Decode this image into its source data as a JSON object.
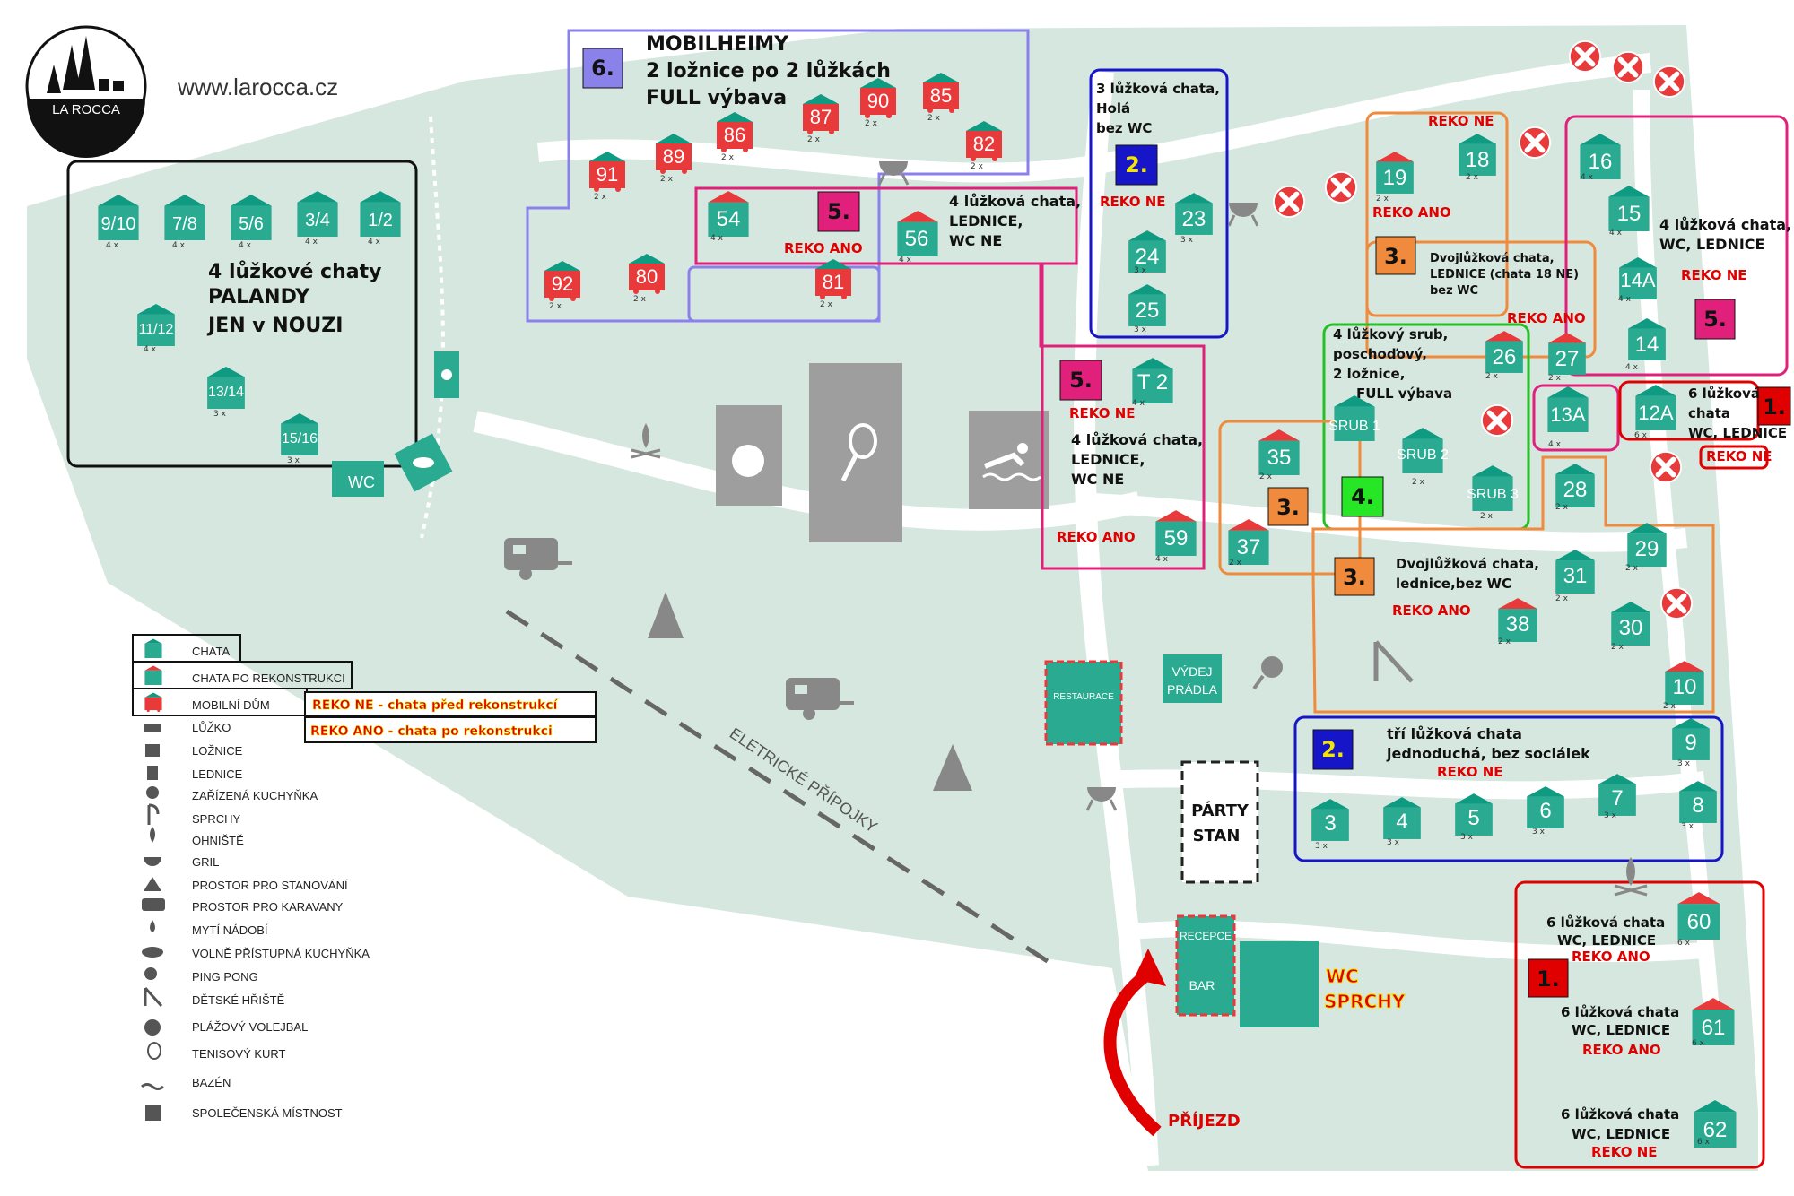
{
  "header": {
    "logo_text": "LA ROCCA",
    "website": "www.larocca.cz"
  },
  "legend": {
    "items": [
      {
        "icon": "cabin-icon",
        "label": "CHATA"
      },
      {
        "icon": "renovated-cabin-icon",
        "label": "CHATA PO REKONSTRUKCI"
      },
      {
        "icon": "mobile-home-icon",
        "label": "MOBILNÍ DŮM"
      },
      {
        "icon": "bed-icon",
        "label": "LŮŽKO"
      },
      {
        "icon": "bedroom-icon",
        "label": "LOŽNICE"
      },
      {
        "icon": "fridge-icon",
        "label": "LEDNICE"
      },
      {
        "icon": "kitchen-icon",
        "label": "ZAŘÍZENÁ KUCHYŇKA"
      },
      {
        "icon": "shower-icon",
        "label": "SPRCHY"
      },
      {
        "icon": "fireplace-icon",
        "label": "OHNIŠTĚ"
      },
      {
        "icon": "grill-icon",
        "label": "GRIL"
      },
      {
        "icon": "tent-icon",
        "label": "PROSTOR PRO STANOVÁNÍ"
      },
      {
        "icon": "caravan-icon",
        "label": "PROSTOR PRO KARAVANY"
      },
      {
        "icon": "drop-icon",
        "label": "MYTÍ NÁDOBÍ"
      },
      {
        "icon": "pot-icon",
        "label": "VOLNĚ PŘÍSTUPNÁ KUCHYŇKA"
      },
      {
        "icon": "pingpong-icon",
        "label": "PING PONG"
      },
      {
        "icon": "slide-icon",
        "label": "DĚTSKÉ HŘIŠTĚ"
      },
      {
        "icon": "volleyball-icon",
        "label": "PLÁŽOVÝ VOLEJBAL"
      },
      {
        "icon": "tennis-icon",
        "label": "TENISOVÝ KURT"
      },
      {
        "icon": "pool-icon",
        "label": "BAZÉN"
      },
      {
        "icon": "dice-icon",
        "label": "SPOLEČENSKÁ MÍSTNOST"
      }
    ],
    "reko_ne": "REKO NE - chata před rekonstrukcí",
    "reko_ano": "REKO ANO - chata po rekonstrukci"
  },
  "labels": {
    "zone6_title": "MOBILHEIMY",
    "zone6_line2": "2 ložnice po 2 lůžkách",
    "zone6_line3": "FULL výbava",
    "zone_left_1": "4 lůžkové chaty",
    "zone_left_2": "PALANDY",
    "zone_left_3": "JEN v NOUZI",
    "z5a_1": "4 lůžková chata,",
    "z5a_2": "LEDNICE,",
    "z5a_3": "WC NE",
    "z5b_1": "4 lůžková chata,",
    "z5b_2": "LEDNICE,",
    "z5b_3": "WC NE",
    "z2a_1": "3 lůžková chata,",
    "z2a_2": "Holá",
    "z2a_3": "bez WC",
    "z3a_1": "Dvojlůžková chata,",
    "z3a_2": "LEDNICE (chata 18 NE)",
    "z3a_3": "bez WC",
    "z4_1": "4 lůžkový srub,",
    "z4_2": "poschoďový,",
    "z4_3": "2 ložnice,",
    "z4_4": "FULL výbava",
    "z5c_1": "4 lůžková chata,",
    "z5c_2": "WC, LEDNICE",
    "z1a_1": "6 lůžková",
    "z1a_2": "chata",
    "z1a_3": "WC, LEDNICE",
    "z3b_1": "Dvojlůžková chata,",
    "z3b_2": "lednice,bez WC",
    "z2b_1": "tří lůžková chata",
    "z2b_2": "jednoduchá, bez sociálek",
    "z1b_a1": "6 lůžková chata",
    "z1b_a2": "WC, LEDNICE",
    "z1b_b1": "6 lůžková chata",
    "z1b_b2": "WC, LEDNICE",
    "z1b_c1": "6 lůžková chata",
    "z1b_c2": "WC, LEDNICE",
    "reko_ne": "REKO NE",
    "reko_ano": "REKO ANO",
    "eletricke": "ELETRICKÉ PŘÍPOJKY",
    "party_1": "PÁRTY",
    "party_2": "STAN",
    "wc": "WC",
    "sprchy": "SPRCHY",
    "prijezd": "PŘÍJEZD",
    "recepce": "RECEPCE",
    "bar": "BAR",
    "restaurace": "RESTAURACE",
    "vydej_1": "VÝDEJ",
    "vydej_2": "PRÁDLA",
    "wc_small": "WC"
  },
  "zone_numbers": {
    "z6": "6.",
    "z5a": "5.",
    "z5b": "5.",
    "z2a": "2.",
    "z3a": "3.",
    "z4": "4.",
    "z5c": "5.",
    "z1a": "1.",
    "z3c": "3.",
    "z3b": "3.",
    "z2b": "2.",
    "z1b": "1."
  },
  "cabins": {
    "c9_10": {
      "num": "9/10",
      "cap": "4 x"
    },
    "c7_8": {
      "num": "7/8",
      "cap": "4 x"
    },
    "c5_6": {
      "num": "5/6",
      "cap": "4 x"
    },
    "c3_4": {
      "num": "3/4",
      "cap": "4 x"
    },
    "c1_2": {
      "num": "1/2",
      "cap": "4 x"
    },
    "c11_12": {
      "num": "11/12",
      "cap": "4 x"
    },
    "c13_14": {
      "num": "13/14",
      "cap": "3 x"
    },
    "c15_16": {
      "num": "15/16",
      "cap": "3 x"
    },
    "m91": {
      "num": "91",
      "cap": "2 x"
    },
    "m89": {
      "num": "89",
      "cap": "2 x"
    },
    "m86": {
      "num": "86",
      "cap": "2 x"
    },
    "m87": {
      "num": "87",
      "cap": "2 x"
    },
    "m90": {
      "num": "90",
      "cap": "2 x"
    },
    "m85": {
      "num": "85",
      "cap": "2 x"
    },
    "m82": {
      "num": "82",
      "cap": "2 x"
    },
    "m92": {
      "num": "92",
      "cap": "2 x"
    },
    "m80": {
      "num": "80",
      "cap": "2 x"
    },
    "m81": {
      "num": "81",
      "cap": "2 x"
    },
    "c54": {
      "num": "54",
      "cap": "4 x"
    },
    "c56": {
      "num": "56",
      "cap": "4 x"
    },
    "c23": {
      "num": "23",
      "cap": "3 x"
    },
    "c24": {
      "num": "24",
      "cap": "3 x"
    },
    "c25": {
      "num": "25",
      "cap": "3 x"
    },
    "c19": {
      "num": "19",
      "cap": "2 x"
    },
    "c18": {
      "num": "18",
      "cap": "2 x"
    },
    "c16": {
      "num": "16",
      "cap": "4 x"
    },
    "c15": {
      "num": "15",
      "cap": "4 x"
    },
    "c14A": {
      "num": "14A",
      "cap": "4 x"
    },
    "c14": {
      "num": "14",
      "cap": "4 x"
    },
    "c26": {
      "num": "26",
      "cap": "2 x"
    },
    "c27": {
      "num": "27",
      "cap": "2 x"
    },
    "cT2": {
      "num": "T 2",
      "cap": "4 x"
    },
    "c59": {
      "num": "59",
      "cap": "4 x"
    },
    "c13A": {
      "num": "13A",
      "cap": "4 x"
    },
    "c12A": {
      "num": "12A",
      "cap": "6 x"
    },
    "c35": {
      "num": "35",
      "cap": "2 x"
    },
    "c37": {
      "num": "37",
      "cap": "2 x"
    },
    "s1": {
      "num": "SRUB 1",
      "cap": ""
    },
    "s2": {
      "num": "SRUB 2",
      "cap": "2 x"
    },
    "s3": {
      "num": "SRUB 3",
      "cap": "2 x"
    },
    "c28": {
      "num": "28",
      "cap": "2 x"
    },
    "c29": {
      "num": "29",
      "cap": "2 x"
    },
    "c31": {
      "num": "31",
      "cap": "2 x"
    },
    "c38": {
      "num": "38",
      "cap": "2 x"
    },
    "c30": {
      "num": "30",
      "cap": "2 x"
    },
    "c10": {
      "num": "10",
      "cap": "2 x"
    },
    "c9": {
      "num": "9",
      "cap": "3 x"
    },
    "c3": {
      "num": "3",
      "cap": "3 x"
    },
    "c4": {
      "num": "4",
      "cap": "3 x"
    },
    "c5": {
      "num": "5",
      "cap": "3 x"
    },
    "c6": {
      "num": "6",
      "cap": "3 x"
    },
    "c7": {
      "num": "7",
      "cap": "3 x"
    },
    "c8": {
      "num": "8",
      "cap": "3 x"
    },
    "c60": {
      "num": "60",
      "cap": "6 x"
    },
    "c61": {
      "num": "61",
      "cap": "6 x"
    },
    "c62": {
      "num": "62",
      "cap": "6 x"
    }
  }
}
